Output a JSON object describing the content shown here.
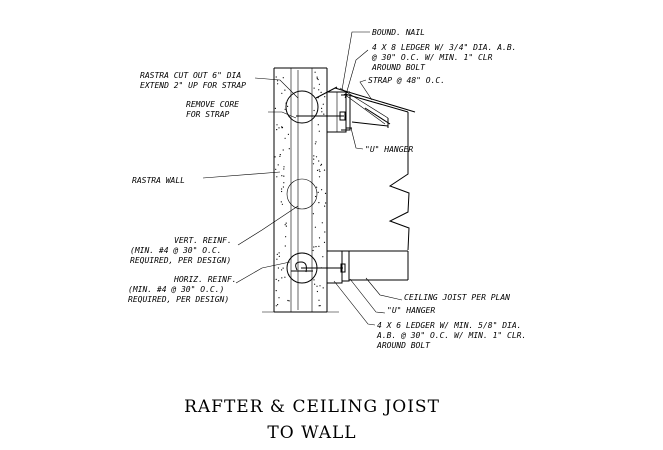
{
  "labels": {
    "bound_nail": "BOUND. NAIL",
    "ledger_top": [
      "4 X 8 LEDGER W/ 3/4\" DIA. A.B.",
      "@ 30\" O.C. W/ MIN. 1\" CLR",
      "AROUND BOLT"
    ],
    "strap": "STRAP @ 48\" O.C.",
    "rastra_cutout": [
      "RASTRA CUT OUT 6\" DIA",
      "EXTEND 2\" UP FOR STRAP"
    ],
    "remove_core": [
      "REMOVE CORE",
      "FOR STRAP"
    ],
    "u_hanger_top": "\"U\" HANGER",
    "rastra_wall": "RASTRA WALL",
    "vert_reinf": [
      "VERT. REINF.",
      "(MIN. #4 @ 30\" O.C.",
      "REQUIRED, PER DESIGN)"
    ],
    "horiz_reinf": [
      "HORIZ. REINF.",
      "(MIN. #4 @ 30\" O.C.)",
      "REQUIRED, PER DESIGN)"
    ],
    "ceiling_joist": "CEILING JOIST PER PLAN",
    "u_hanger_bottom": "\"U\" HANGER",
    "ledger_bottom": [
      "4 X 6 LEDGER W/ MIN. 5/8\" DIA.",
      "A.B. @ 30\" O.C. W/ MIN. 1\" CLR.",
      "AROUND BOLT"
    ]
  },
  "title": [
    "RAFTER & CEILING JOIST",
    "TO WALL"
  ]
}
